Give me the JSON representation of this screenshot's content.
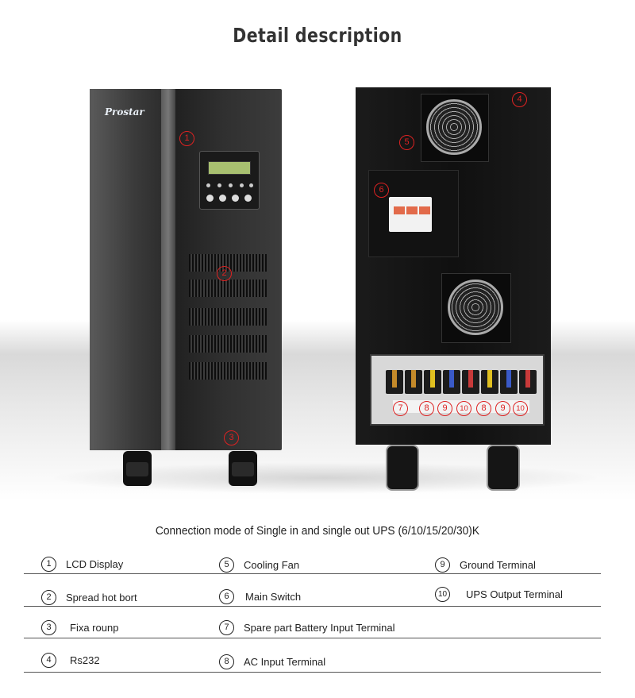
{
  "title": "Detail description",
  "brand_logo": "Prostar",
  "caption": "Connection mode of Single in and single out UPS (6/10/15/20/30)K",
  "markers": [
    "1",
    "2",
    "3",
    "4",
    "5",
    "6",
    "7",
    "8",
    "9",
    "10",
    "8",
    "9",
    "10"
  ],
  "legend": [
    {
      "num": "1",
      "label": "LCD Display"
    },
    {
      "num": "2",
      "label": "Spread hot bort"
    },
    {
      "num": "3",
      "label": "Fixa rounp"
    },
    {
      "num": "4",
      "label": "Rs232"
    },
    {
      "num": "5",
      "label": "Cooling Fan"
    },
    {
      "num": "6",
      "label": "Main Switch"
    },
    {
      "num": "7",
      "label": "Spare part Battery Input Terminal"
    },
    {
      "num": "8",
      "label": "AC Input Terminal"
    },
    {
      "num": "9",
      "label": "Ground Terminal"
    },
    {
      "num": "10",
      "label": "UPS Output Terminal"
    }
  ],
  "colors": {
    "marker": "#dd2222",
    "cabinet": "#2a2a2a",
    "breaker_handle": "#e26a4a"
  },
  "icons": [
    "ups-front-cabinet",
    "ups-back-cabinet",
    "cooling-fan-icon"
  ]
}
